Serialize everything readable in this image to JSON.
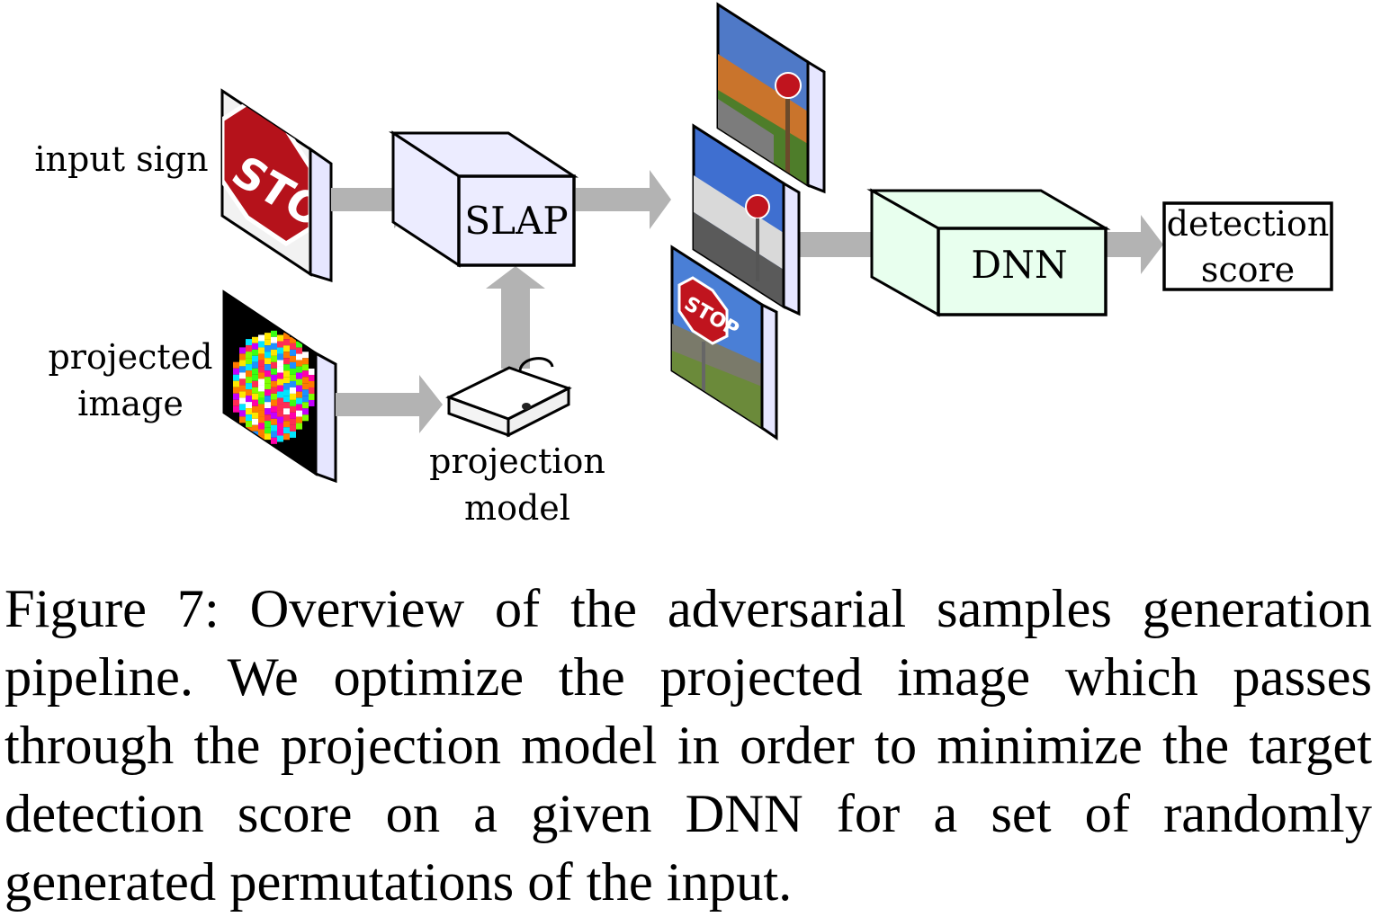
{
  "diagram": {
    "input_label": "input sign",
    "projected_label": [
      "projected",
      "image"
    ],
    "projection_label": [
      "projection",
      "model"
    ],
    "slap_label": "SLAP",
    "dnn_label": "DNN",
    "score_label": [
      "detection",
      "score"
    ],
    "stop_text": "STOP",
    "colors": {
      "arrow": "#b3b3b3",
      "slap_face": "#ececff",
      "dnn_face": "#e8ffee",
      "panel_side": "#e6e6ff",
      "stop_red": "#b5121b"
    }
  },
  "caption": "Figure 7: Overview of the adversarial samples generation pipeline. We optimize the projected image which passes through the projection model in order to minimize the target detection score on a given DNN for a set of randomly generated permutations of the input."
}
